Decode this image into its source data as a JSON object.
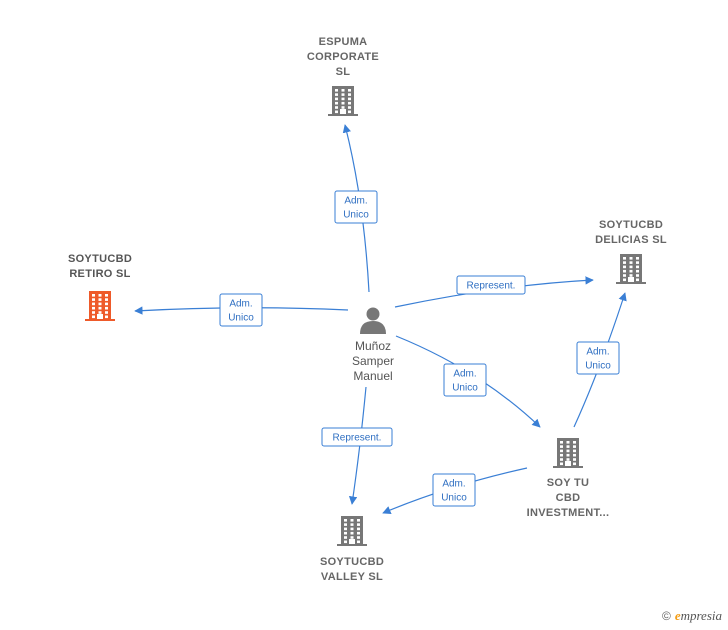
{
  "colors": {
    "edge": "#3a7fd5",
    "building": "#777777",
    "building_highlight": "#ee5a2a",
    "person": "#777777"
  },
  "nodes": [
    {
      "id": "espuma",
      "lines": [
        "ESPUMA",
        "CORPORATE",
        "SL"
      ],
      "type": "company",
      "highlight": false
    },
    {
      "id": "delicias",
      "lines": [
        "SOYTUCBD",
        "DELICIAS  SL"
      ],
      "type": "company",
      "highlight": false
    },
    {
      "id": "retiro",
      "lines": [
        "SOYTUCBD",
        "RETIRO  SL"
      ],
      "type": "company",
      "highlight": true
    },
    {
      "id": "person",
      "lines": [
        "Muñoz",
        "Samper",
        "Manuel"
      ],
      "type": "person",
      "highlight": false
    },
    {
      "id": "investment",
      "lines": [
        "SOY TU",
        "CBD",
        "INVESTMENT..."
      ],
      "type": "company",
      "highlight": false
    },
    {
      "id": "valley",
      "lines": [
        "SOYTUCBD",
        "VALLEY  SL"
      ],
      "type": "company",
      "highlight": false
    }
  ],
  "edges": [
    {
      "id": "person-espuma",
      "from": "person",
      "to": "espuma",
      "label": [
        "Adm.",
        "Unico"
      ]
    },
    {
      "id": "person-delicias",
      "from": "person",
      "to": "delicias",
      "label": [
        "Represent."
      ]
    },
    {
      "id": "person-retiro",
      "from": "person",
      "to": "retiro",
      "label": [
        "Adm.",
        "Unico"
      ]
    },
    {
      "id": "person-investment",
      "from": "person",
      "to": "investment",
      "label": [
        "Adm.",
        "Unico"
      ]
    },
    {
      "id": "person-valley",
      "from": "person",
      "to": "valley",
      "label": [
        "Represent."
      ]
    },
    {
      "id": "investment-delicias",
      "from": "investment",
      "to": "delicias",
      "label": [
        "Adm.",
        "Unico"
      ]
    },
    {
      "id": "investment-valley",
      "from": "investment",
      "to": "valley",
      "label": [
        "Adm.",
        "Unico"
      ]
    }
  ],
  "footer": {
    "copyright": "©",
    "brand_first": "e",
    "brand_rest": "mpresia"
  }
}
